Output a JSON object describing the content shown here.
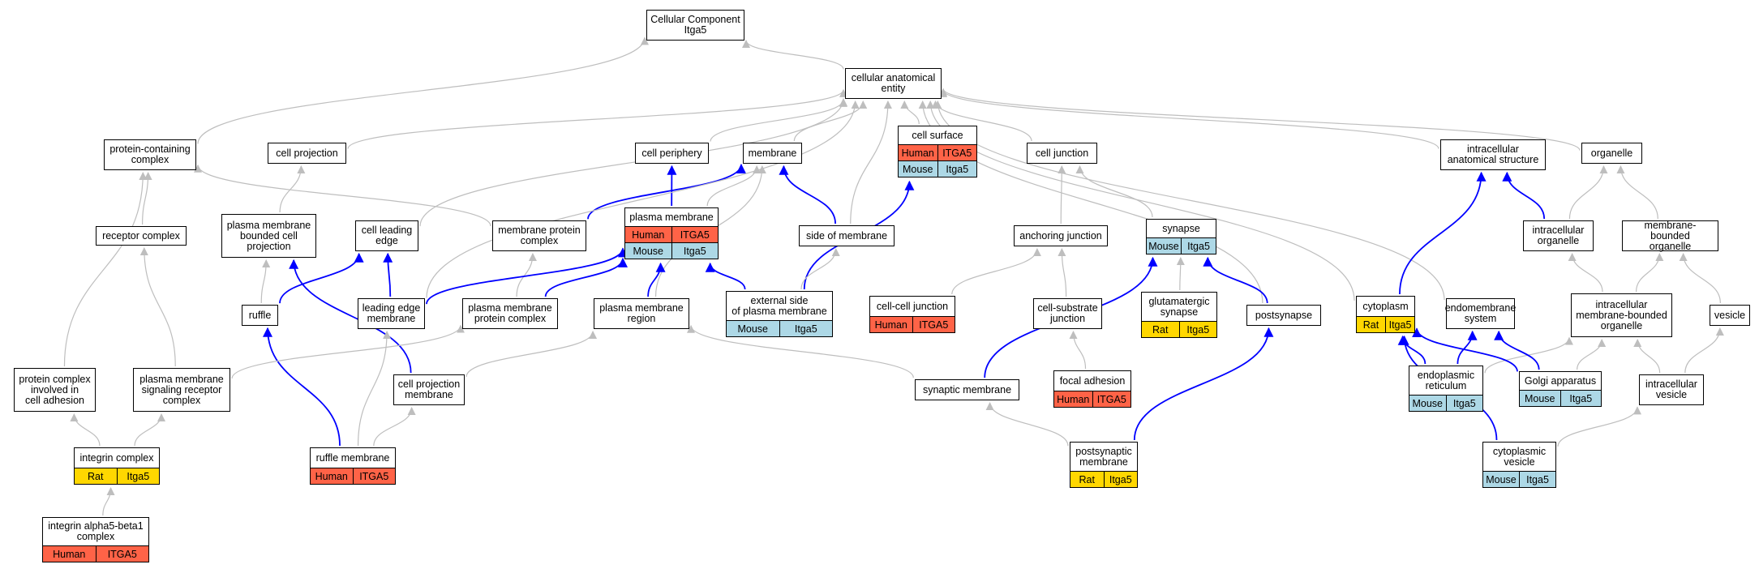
{
  "colors": {
    "Human": "#ff6347",
    "Mouse": "#add8e6",
    "Rat": "#ffd700",
    "gray_edge": "#bebebe",
    "blue_edge": "#0000ff"
  },
  "nodes": {
    "root": {
      "label": "Cellular Component\nItga5"
    },
    "cae": {
      "label": "cellular anatomical\nentity"
    },
    "pcc": {
      "label": "protein-containing\ncomplex"
    },
    "cproj": {
      "label": "cell projection"
    },
    "cperiph": {
      "label": "cell periphery"
    },
    "membrane": {
      "label": "membrane"
    },
    "csurf": {
      "label": "cell surface",
      "ann": [
        [
          "Human",
          "ITGA5"
        ],
        [
          "Mouse",
          "Itga5"
        ]
      ]
    },
    "cjunc": {
      "label": "cell junction"
    },
    "ias": {
      "label": "intracellular\nanatomical structure"
    },
    "organelle": {
      "label": "organelle"
    },
    "recc": {
      "label": "receptor complex"
    },
    "pmbcp": {
      "label": "plasma membrane\nbounded cell\nprojection"
    },
    "cle": {
      "label": "cell leading\nedge"
    },
    "mpc": {
      "label": "membrane protein\ncomplex"
    },
    "pm": {
      "label": "plasma membrane",
      "ann": [
        [
          "Human",
          "ITGA5"
        ],
        [
          "Mouse",
          "Itga5"
        ]
      ]
    },
    "som": {
      "label": "side of membrane"
    },
    "ajunc": {
      "label": "anchoring junction"
    },
    "synapse": {
      "label": "synapse",
      "ann": [
        [
          "Mouse",
          "Itga5"
        ]
      ]
    },
    "iorg": {
      "label": "intracellular\norganelle"
    },
    "mbo": {
      "label": "membrane-bounded\norganelle"
    },
    "ruffle": {
      "label": "ruffle"
    },
    "lem": {
      "label": "leading edge\nmembrane"
    },
    "pmpc": {
      "label": "plasma membrane\nprotein complex"
    },
    "pmr": {
      "label": "plasma membrane\nregion"
    },
    "espm": {
      "label": "external side\nof plasma membrane",
      "ann": [
        [
          "Mouse",
          "Itga5"
        ]
      ]
    },
    "ccj": {
      "label": "cell-cell junction",
      "ann": [
        [
          "Human",
          "ITGA5"
        ]
      ]
    },
    "csj": {
      "label": "cell-substrate\njunction"
    },
    "glus": {
      "label": "glutamatergic\nsynapse",
      "ann": [
        [
          "Rat",
          "Itga5"
        ]
      ]
    },
    "postsyn": {
      "label": "postsynapse"
    },
    "cytoplasm": {
      "label": "cytoplasm",
      "ann": [
        [
          "Rat",
          "Itga5"
        ]
      ]
    },
    "endosys": {
      "label": "endomembrane\nsystem"
    },
    "imbo": {
      "label": "intracellular\nmembrane-bounded\norganelle"
    },
    "vesicle": {
      "label": "vesicle"
    },
    "pccia": {
      "label": "protein complex\ninvolved in\ncell adhesion"
    },
    "pmsrc": {
      "label": "plasma membrane\nsignaling receptor\ncomplex"
    },
    "cpm": {
      "label": "cell projection\nmembrane"
    },
    "fa": {
      "label": "focal adhesion",
      "ann": [
        [
          "Human",
          "ITGA5"
        ]
      ]
    },
    "synmem": {
      "label": "synaptic membrane"
    },
    "er": {
      "label": "endoplasmic\nreticulum",
      "ann": [
        [
          "Mouse",
          "Itga5"
        ]
      ]
    },
    "golgi": {
      "label": "Golgi apparatus",
      "ann": [
        [
          "Mouse",
          "Itga5"
        ]
      ]
    },
    "ivesicle": {
      "label": "intracellular\nvesicle"
    },
    "intc": {
      "label": "integrin complex",
      "ann": [
        [
          "Rat",
          "Itga5"
        ]
      ]
    },
    "rufm": {
      "label": "ruffle membrane",
      "ann": [
        [
          "Human",
          "ITGA5"
        ]
      ]
    },
    "psm": {
      "label": "postsynaptic\nmembrane",
      "ann": [
        [
          "Rat",
          "Itga5"
        ]
      ]
    },
    "cytves": {
      "label": "cytoplasmic\nvesicle",
      "ann": [
        [
          "Mouse",
          "Itga5"
        ]
      ]
    },
    "a5b1": {
      "label": "integrin alpha5-beta1\ncomplex",
      "ann": [
        [
          "Human",
          "ITGA5"
        ]
      ]
    }
  },
  "edges": [
    [
      "cae",
      "root",
      "gray"
    ],
    [
      "pcc",
      "root",
      "gray"
    ],
    [
      "cproj",
      "cae",
      "gray"
    ],
    [
      "cperiph",
      "cae",
      "gray"
    ],
    [
      "membrane",
      "cae",
      "gray"
    ],
    [
      "csurf",
      "cae",
      "gray"
    ],
    [
      "cjunc",
      "cae",
      "gray"
    ],
    [
      "ias",
      "cae",
      "gray"
    ],
    [
      "organelle",
      "cae",
      "gray"
    ],
    [
      "som",
      "cae",
      "gray"
    ],
    [
      "cle",
      "cae",
      "gray"
    ],
    [
      "postsyn",
      "cae",
      "gray"
    ],
    [
      "cytoplasm",
      "cae",
      "gray"
    ],
    [
      "endosys",
      "cae",
      "gray"
    ],
    [
      "mpc",
      "pcc",
      "gray"
    ],
    [
      "recc",
      "pcc",
      "gray"
    ],
    [
      "pccia",
      "pcc",
      "gray"
    ],
    [
      "pmbcp",
      "cproj",
      "gray"
    ],
    [
      "pm",
      "cperiph",
      "blue"
    ],
    [
      "pm",
      "membrane",
      "gray"
    ],
    [
      "mpc",
      "membrane",
      "blue"
    ],
    [
      "som",
      "membrane",
      "blue"
    ],
    [
      "pmr",
      "membrane",
      "gray"
    ],
    [
      "espm",
      "csurf",
      "blue"
    ],
    [
      "ajunc",
      "cjunc",
      "gray"
    ],
    [
      "synapse",
      "cjunc",
      "gray"
    ],
    [
      "iorg",
      "ias",
      "blue"
    ],
    [
      "iorg",
      "organelle",
      "gray"
    ],
    [
      "mbo",
      "organelle",
      "gray"
    ],
    [
      "cytoplasm",
      "ias",
      "blue"
    ],
    [
      "pmsrc",
      "recc",
      "gray"
    ],
    [
      "ruffle",
      "pmbcp",
      "gray"
    ],
    [
      "cpm",
      "pmbcp",
      "blue"
    ],
    [
      "ruffle",
      "cle",
      "blue"
    ],
    [
      "lem",
      "cle",
      "blue"
    ],
    [
      "lem",
      "cae",
      "gray"
    ],
    [
      "pmpc",
      "mpc",
      "gray"
    ],
    [
      "lem",
      "pm",
      "blue"
    ],
    [
      "pmpc",
      "pm",
      "blue"
    ],
    [
      "pmr",
      "pm",
      "blue"
    ],
    [
      "espm",
      "pm",
      "blue"
    ],
    [
      "espm",
      "som",
      "gray"
    ],
    [
      "ccj",
      "ajunc",
      "gray"
    ],
    [
      "csj",
      "ajunc",
      "gray"
    ],
    [
      "glus",
      "synapse",
      "gray"
    ],
    [
      "postsyn",
      "synapse",
      "blue"
    ],
    [
      "synmem",
      "synapse",
      "blue"
    ],
    [
      "imbo",
      "iorg",
      "gray"
    ],
    [
      "imbo",
      "mbo",
      "gray"
    ],
    [
      "vesicle",
      "mbo",
      "gray"
    ],
    [
      "rufm",
      "ruffle",
      "blue"
    ],
    [
      "rufm",
      "lem",
      "gray"
    ],
    [
      "rufm",
      "cpm",
      "gray"
    ],
    [
      "cpm",
      "pmr",
      "gray"
    ],
    [
      "synmem",
      "pmr",
      "gray"
    ],
    [
      "pmsrc",
      "pmpc",
      "gray"
    ],
    [
      "fa",
      "csj",
      "gray"
    ],
    [
      "intc",
      "pccia",
      "gray"
    ],
    [
      "intc",
      "pmsrc",
      "gray"
    ],
    [
      "psm",
      "synmem",
      "gray"
    ],
    [
      "psm",
      "postsyn",
      "blue"
    ],
    [
      "er",
      "cytoplasm",
      "blue"
    ],
    [
      "er",
      "endosys",
      "blue"
    ],
    [
      "er",
      "imbo",
      "gray"
    ],
    [
      "golgi",
      "cytoplasm",
      "blue"
    ],
    [
      "golgi",
      "endosys",
      "blue"
    ],
    [
      "golgi",
      "imbo",
      "gray"
    ],
    [
      "ivesicle",
      "imbo",
      "gray"
    ],
    [
      "ivesicle",
      "vesicle",
      "gray"
    ],
    [
      "cytves",
      "ivesicle",
      "gray"
    ],
    [
      "cytves",
      "cytoplasm",
      "blue"
    ],
    [
      "a5b1",
      "intc",
      "gray"
    ]
  ]
}
